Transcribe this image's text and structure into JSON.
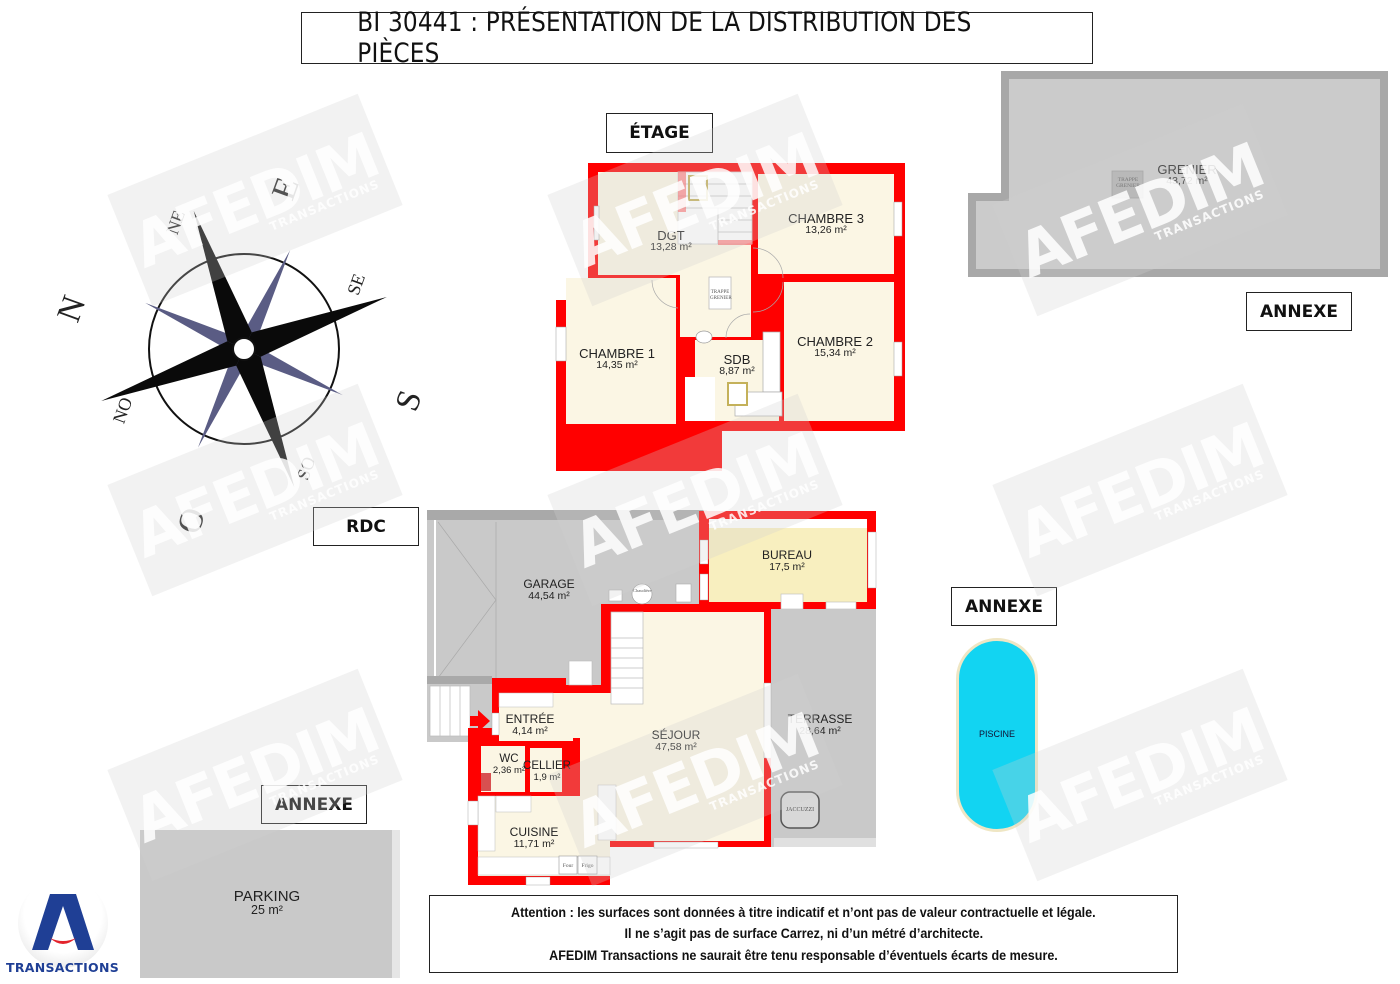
{
  "header": {
    "title": "BI 30441 : PRÉSENTATION DE LA DISTRIBUTION DES PIÈCES"
  },
  "levels": {
    "etage": "ÉTAGE",
    "rdc": "RDC",
    "annexe_grenier": "ANNEXE",
    "annexe_piscine": "ANNEXE",
    "annexe_parking": "ANNEXE"
  },
  "compass": {
    "N": "N",
    "E": "E",
    "S": "S",
    "O": "O",
    "NE": "NE",
    "SE": "SE",
    "SO": "SO",
    "NO": "NO"
  },
  "etage_rooms": {
    "dgt": {
      "name": "DGT",
      "area": "13,28 m²"
    },
    "chambre3": {
      "name": "CHAMBRE 3",
      "area": "13,26 m²"
    },
    "chambre1": {
      "name": "CHAMBRE 1",
      "area": "14,35 m²"
    },
    "sdb": {
      "name": "SDB",
      "area": "8,87 m²"
    },
    "chambre2": {
      "name": "CHAMBRE 2",
      "area": "15,34 m²"
    },
    "trappe": "TRAPPE GRENIER"
  },
  "grenier": {
    "name": "GRENIER",
    "area": "43,72 m²",
    "trappe": "TRAPPE GRENIER"
  },
  "rdc_rooms": {
    "garage": {
      "name": "GARAGE",
      "area": "44,54 m²"
    },
    "bureau": {
      "name": "BUREAU",
      "area": "17,5 m²"
    },
    "entree": {
      "name": "ENTRÉE",
      "area": "4,14 m²"
    },
    "sejour": {
      "name": "SÉJOUR",
      "area": "47,58 m²"
    },
    "terrasse": {
      "name": "TERRASSE",
      "area": "28,64 m²"
    },
    "wc": {
      "name": "WC",
      "area": "2,36 m²"
    },
    "cellier": {
      "name": "CELLIER",
      "area": "1,9 m²"
    },
    "cuisine": {
      "name": "CUISINE",
      "area": "11,71 m²"
    },
    "jaccuzzi": "JACCUZZI",
    "four": "Four",
    "frigo": "Frigo",
    "chaudiere": "Chaudière"
  },
  "piscine": {
    "name": "PISCINE"
  },
  "parking": {
    "name": "PARKING",
    "area": "25 m²"
  },
  "notice": {
    "line1": "Attention : les surfaces sont données à titre indicatif et n’ont pas de valeur contractuelle et légale.",
    "line2": "Il ne s’agit pas de surface Carrez, ni d’un métré d’architecte.",
    "line3": "AFEDIM Transactions ne saurait être tenu responsable d’éventuels écarts de mesure."
  },
  "logo": {
    "text": "TRANSACTIONS",
    "brand_color": "#1f3f95",
    "smile_color": "#e3232c"
  },
  "watermark": {
    "text": "AFEDIM",
    "sub": "TRANSACTIONS"
  },
  "colors": {
    "wall": "#ff0000",
    "floor": "#fbf6e4",
    "bureau_floor": "#f8efbf",
    "grey_floor": "#c8c8c8",
    "pool": "#12d4f2"
  }
}
